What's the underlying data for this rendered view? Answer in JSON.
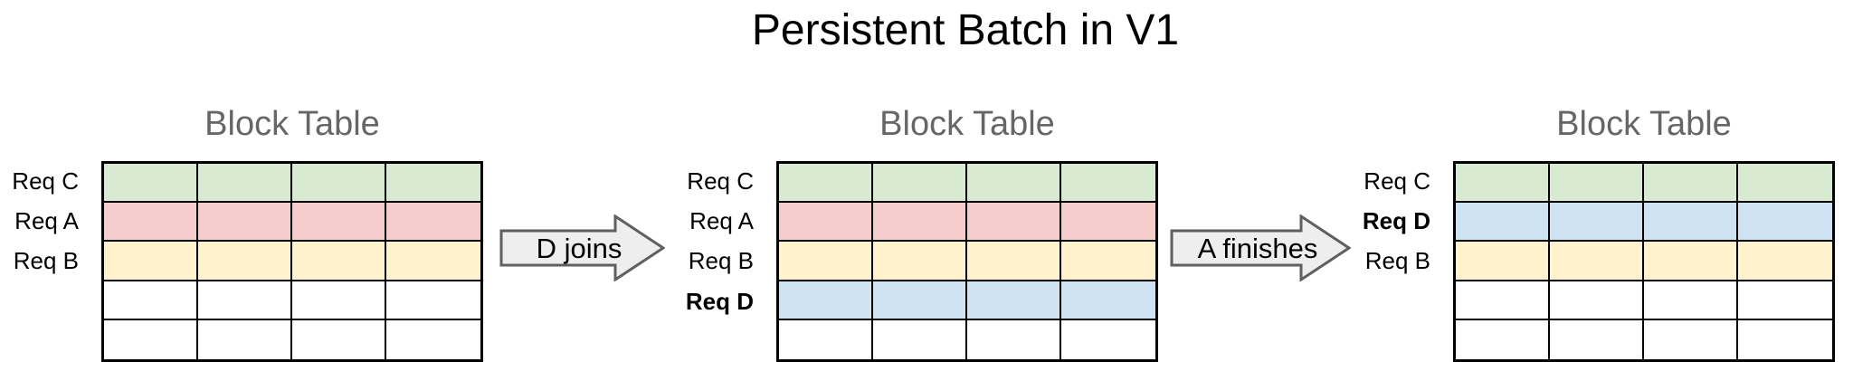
{
  "title": "Persistent Batch in V1",
  "tables": [
    {
      "heading": "Block Table",
      "columns": 4,
      "rows": [
        {
          "label": "Req C",
          "bold": false,
          "color": "#d9ead3"
        },
        {
          "label": "Req A",
          "bold": false,
          "color": "#f4cccc"
        },
        {
          "label": "Req B",
          "bold": false,
          "color": "#fff2cc"
        },
        {
          "label": "",
          "bold": false,
          "color": "#ffffff"
        },
        {
          "label": "",
          "bold": false,
          "color": "#ffffff"
        }
      ]
    },
    {
      "heading": "Block Table",
      "columns": 4,
      "rows": [
        {
          "label": "Req C",
          "bold": false,
          "color": "#d9ead3"
        },
        {
          "label": "Req A",
          "bold": false,
          "color": "#f4cccc"
        },
        {
          "label": "Req B",
          "bold": false,
          "color": "#fff2cc"
        },
        {
          "label": "Req D",
          "bold": true,
          "color": "#cfe2f3"
        },
        {
          "label": "",
          "bold": false,
          "color": "#ffffff"
        }
      ]
    },
    {
      "heading": "Block Table",
      "columns": 4,
      "rows": [
        {
          "label": "Req C",
          "bold": false,
          "color": "#d9ead3"
        },
        {
          "label": "Req D",
          "bold": true,
          "color": "#cfe2f3"
        },
        {
          "label": "Req B",
          "bold": false,
          "color": "#fff2cc"
        },
        {
          "label": "",
          "bold": false,
          "color": "#ffffff"
        },
        {
          "label": "",
          "bold": false,
          "color": "#ffffff"
        }
      ]
    }
  ],
  "arrows": [
    {
      "label": "D joins"
    },
    {
      "label": "A finishes"
    }
  ],
  "colors": {
    "green_row": "#d9ead3",
    "red_row": "#f4cccc",
    "yellow_row": "#fff2cc",
    "blue_row": "#cfe2f3",
    "table_border": "#000000",
    "arrow_fill": "#eeeeee",
    "arrow_border": "#5f5f5f",
    "heading_text": "#666666",
    "title_text": "#000000"
  }
}
